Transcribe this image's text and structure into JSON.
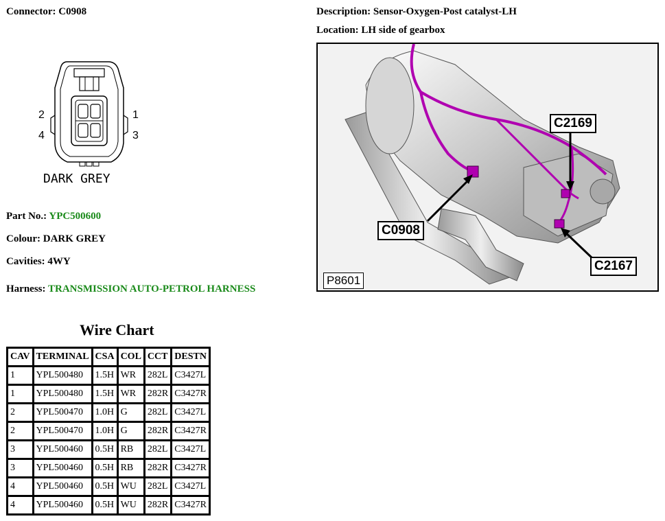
{
  "connector": {
    "label": "Connector:",
    "id": "C0908",
    "pins": [
      "2",
      "1",
      "4",
      "3"
    ],
    "drawing_caption": "DARK GREY"
  },
  "description": {
    "label": "Description:",
    "value": "Sensor-Oxygen-Post catalyst-LH"
  },
  "location": {
    "label": "Location:",
    "value": "LH side of gearbox"
  },
  "part_no": {
    "label": "Part No.:",
    "value": "YPC500600"
  },
  "colour": {
    "label": "Colour:",
    "value": "DARK GREY"
  },
  "cavities": {
    "label": "Cavities:",
    "value": "4WY"
  },
  "harness": {
    "label": "Harness:",
    "value": "TRANSMISSION AUTO-PETROL HARNESS"
  },
  "diagram": {
    "callouts": [
      "C2169",
      "C0908",
      "C2167"
    ],
    "figure_id": "P8601"
  },
  "wire_chart": {
    "title": "Wire Chart",
    "headers": [
      "CAV",
      "TERMINAL",
      "CSA",
      "COL",
      "CCT",
      "DESTN"
    ],
    "rows": [
      [
        "1",
        "YPL500480",
        "1.5H",
        "WR",
        "282L",
        "C3427L"
      ],
      [
        "1",
        "YPL500480",
        "1.5H",
        "WR",
        "282R",
        "C3427R"
      ],
      [
        "2",
        "YPL500470",
        "1.0H",
        "G",
        "282L",
        "C3427L"
      ],
      [
        "2",
        "YPL500470",
        "1.0H",
        "G",
        "282R",
        "C3427R"
      ],
      [
        "3",
        "YPL500460",
        "0.5H",
        "RB",
        "282L",
        "C3427L"
      ],
      [
        "3",
        "YPL500460",
        "0.5H",
        "RB",
        "282R",
        "C3427R"
      ],
      [
        "4",
        "YPL500460",
        "0.5H",
        "WU",
        "282L",
        "C3427L"
      ],
      [
        "4",
        "YPL500460",
        "0.5H",
        "WU",
        "282R",
        "C3427R"
      ]
    ]
  },
  "colors": {
    "harness_wire": "#b000b0",
    "green_text": "#1a8a1a"
  }
}
